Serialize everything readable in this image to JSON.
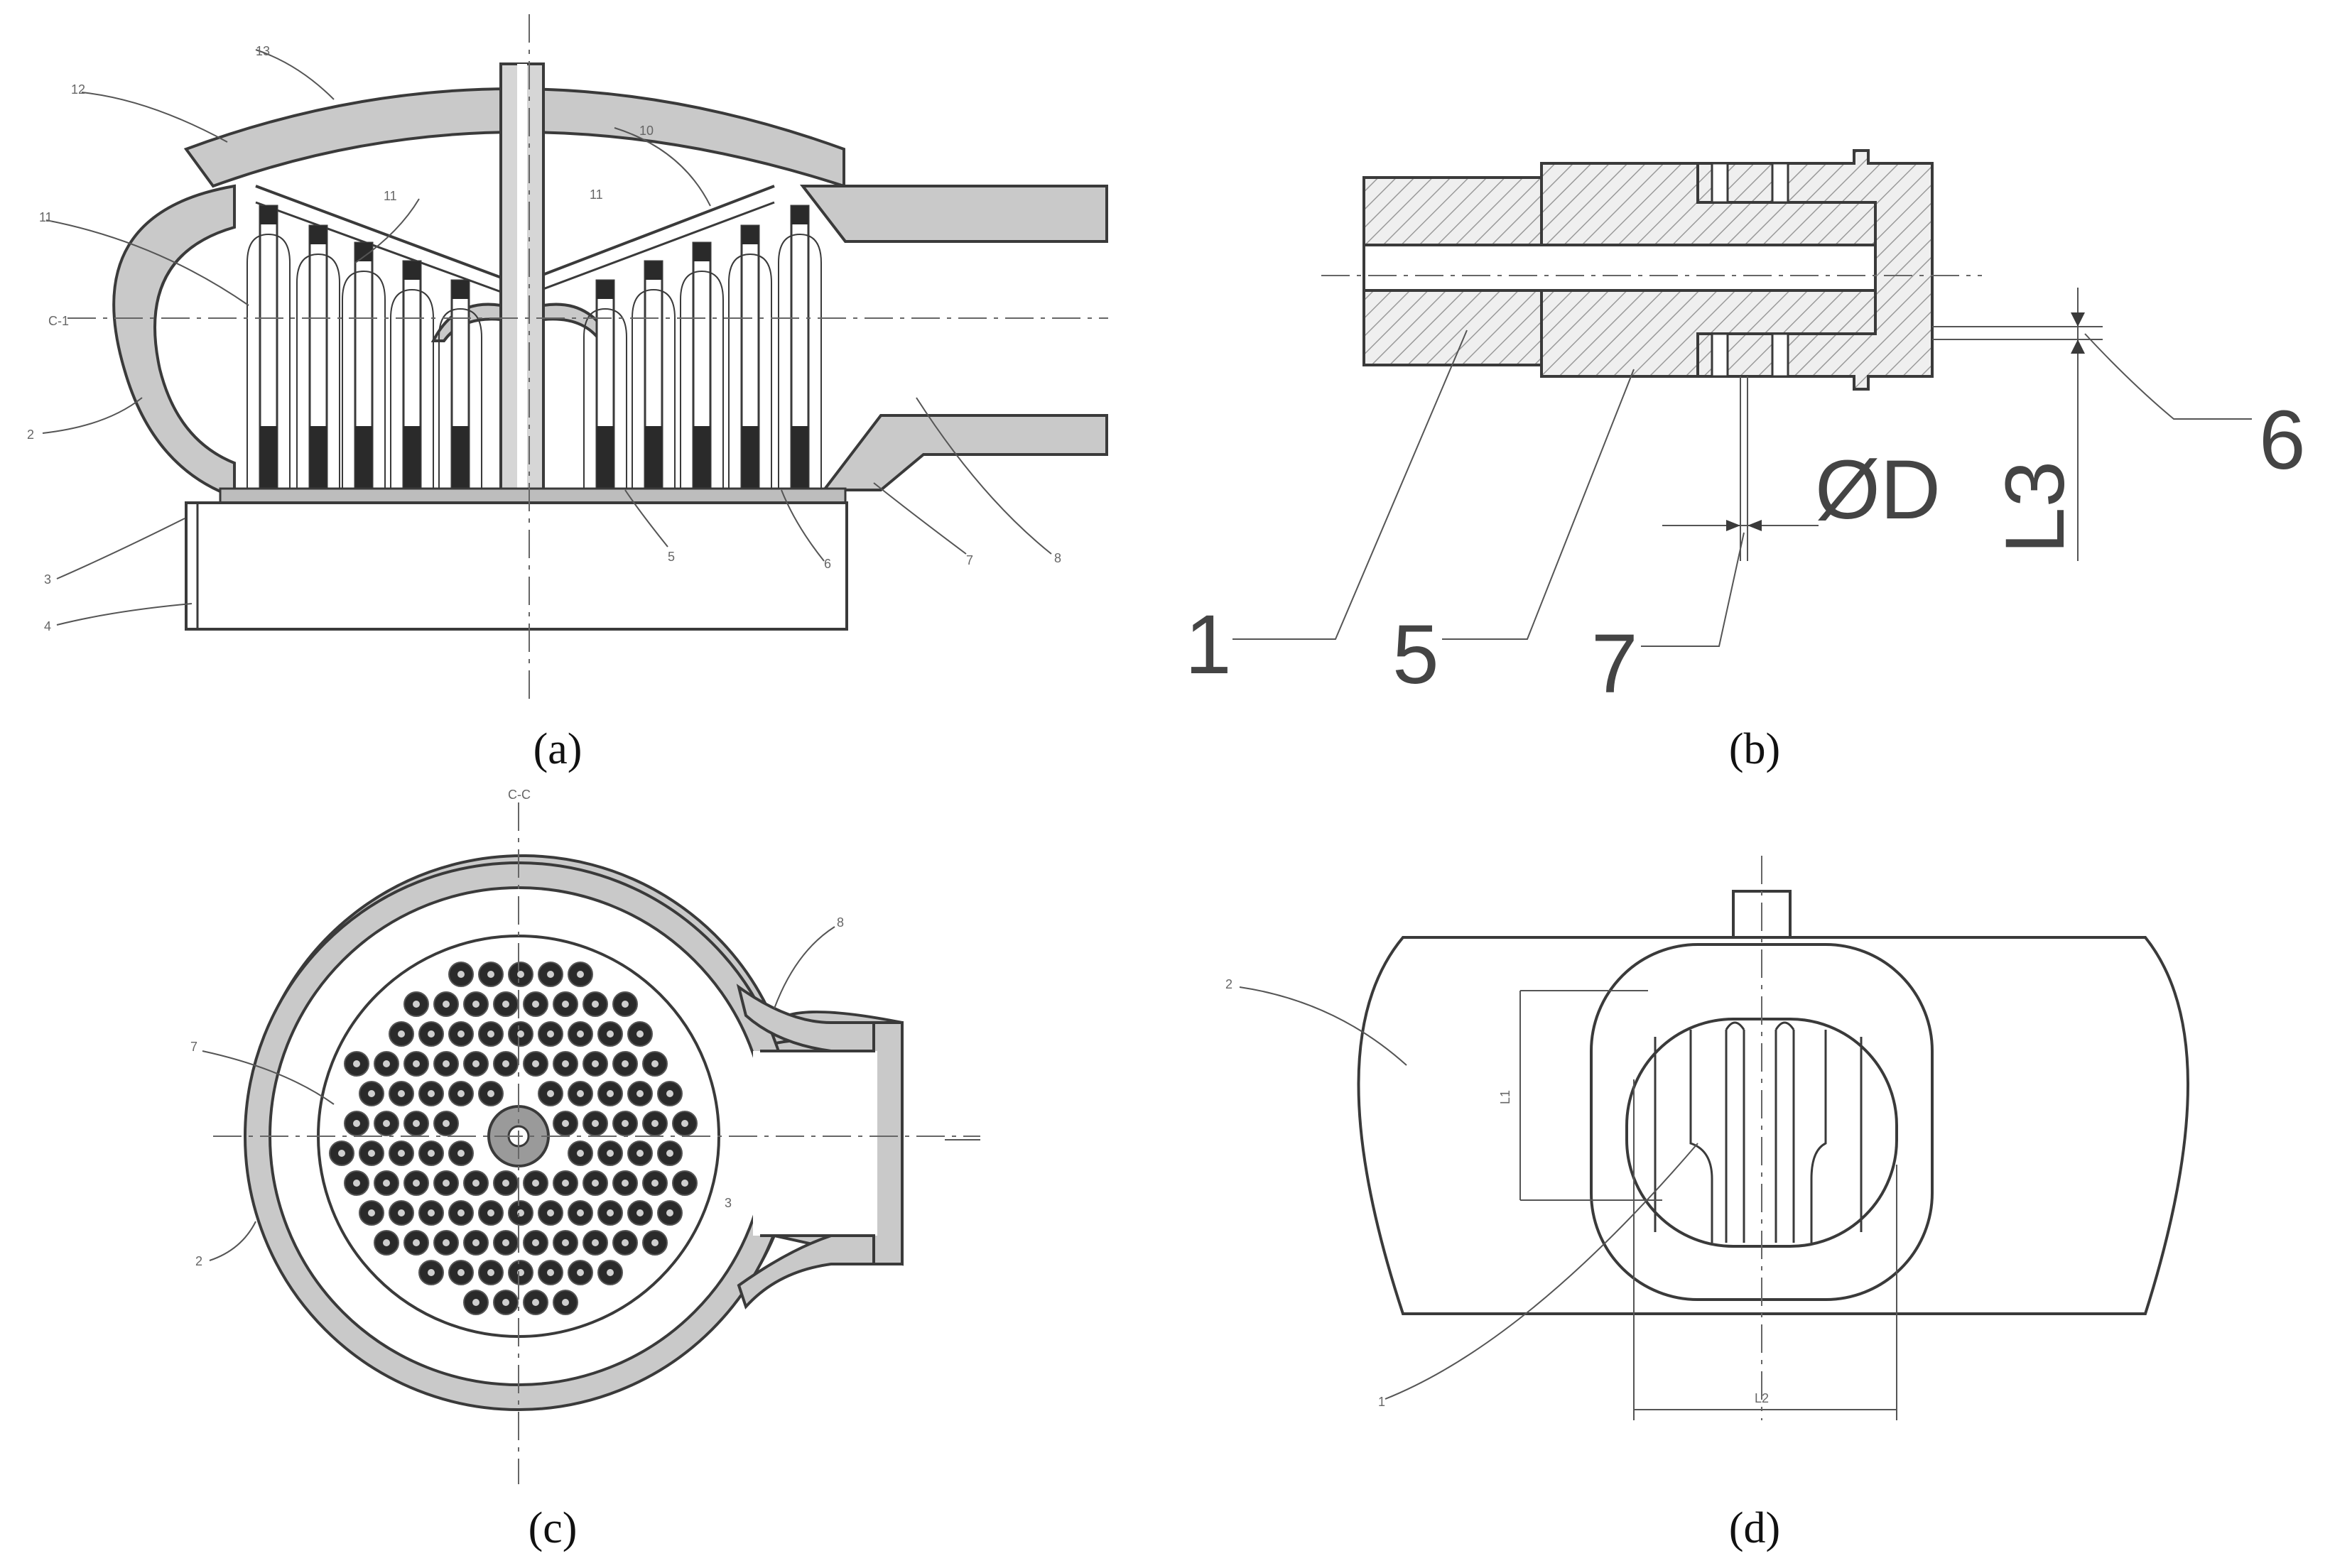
{
  "captions": {
    "a": "(a)",
    "b": "(b)",
    "c": "(c)",
    "d": "(d)"
  },
  "panel_b": {
    "label_1": "1",
    "label_5": "5",
    "label_6": "6",
    "label_7": "7",
    "dim_phiD": "ØD",
    "dim_L3": "L3"
  },
  "panel_d": {
    "dim_L2": "L2"
  },
  "colors": {
    "line": "#3a3a3a",
    "wall_fill": "#c9c9c9",
    "tube_fill": "#2a2a2a"
  }
}
